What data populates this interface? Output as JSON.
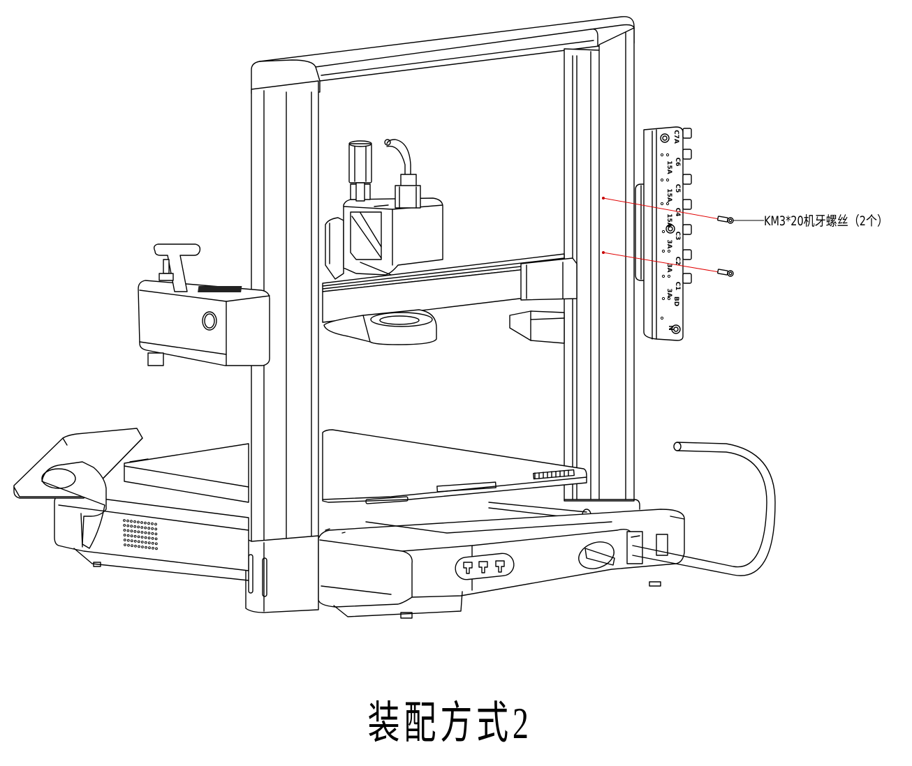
{
  "diagram": {
    "subject": "3D printer assembly drawing",
    "caption": "装配方式2",
    "callout": {
      "label": "KM3*20机牙螺丝（2个）",
      "screw_count": 2
    },
    "board_labels": [
      "C7A",
      "C6",
      "15A",
      "C5",
      "15A",
      "C4",
      "15A",
      "C3",
      "3A",
      "C2",
      "3A",
      "C1",
      "3A",
      "BD",
      "N"
    ],
    "accent_color": "#e00000"
  }
}
